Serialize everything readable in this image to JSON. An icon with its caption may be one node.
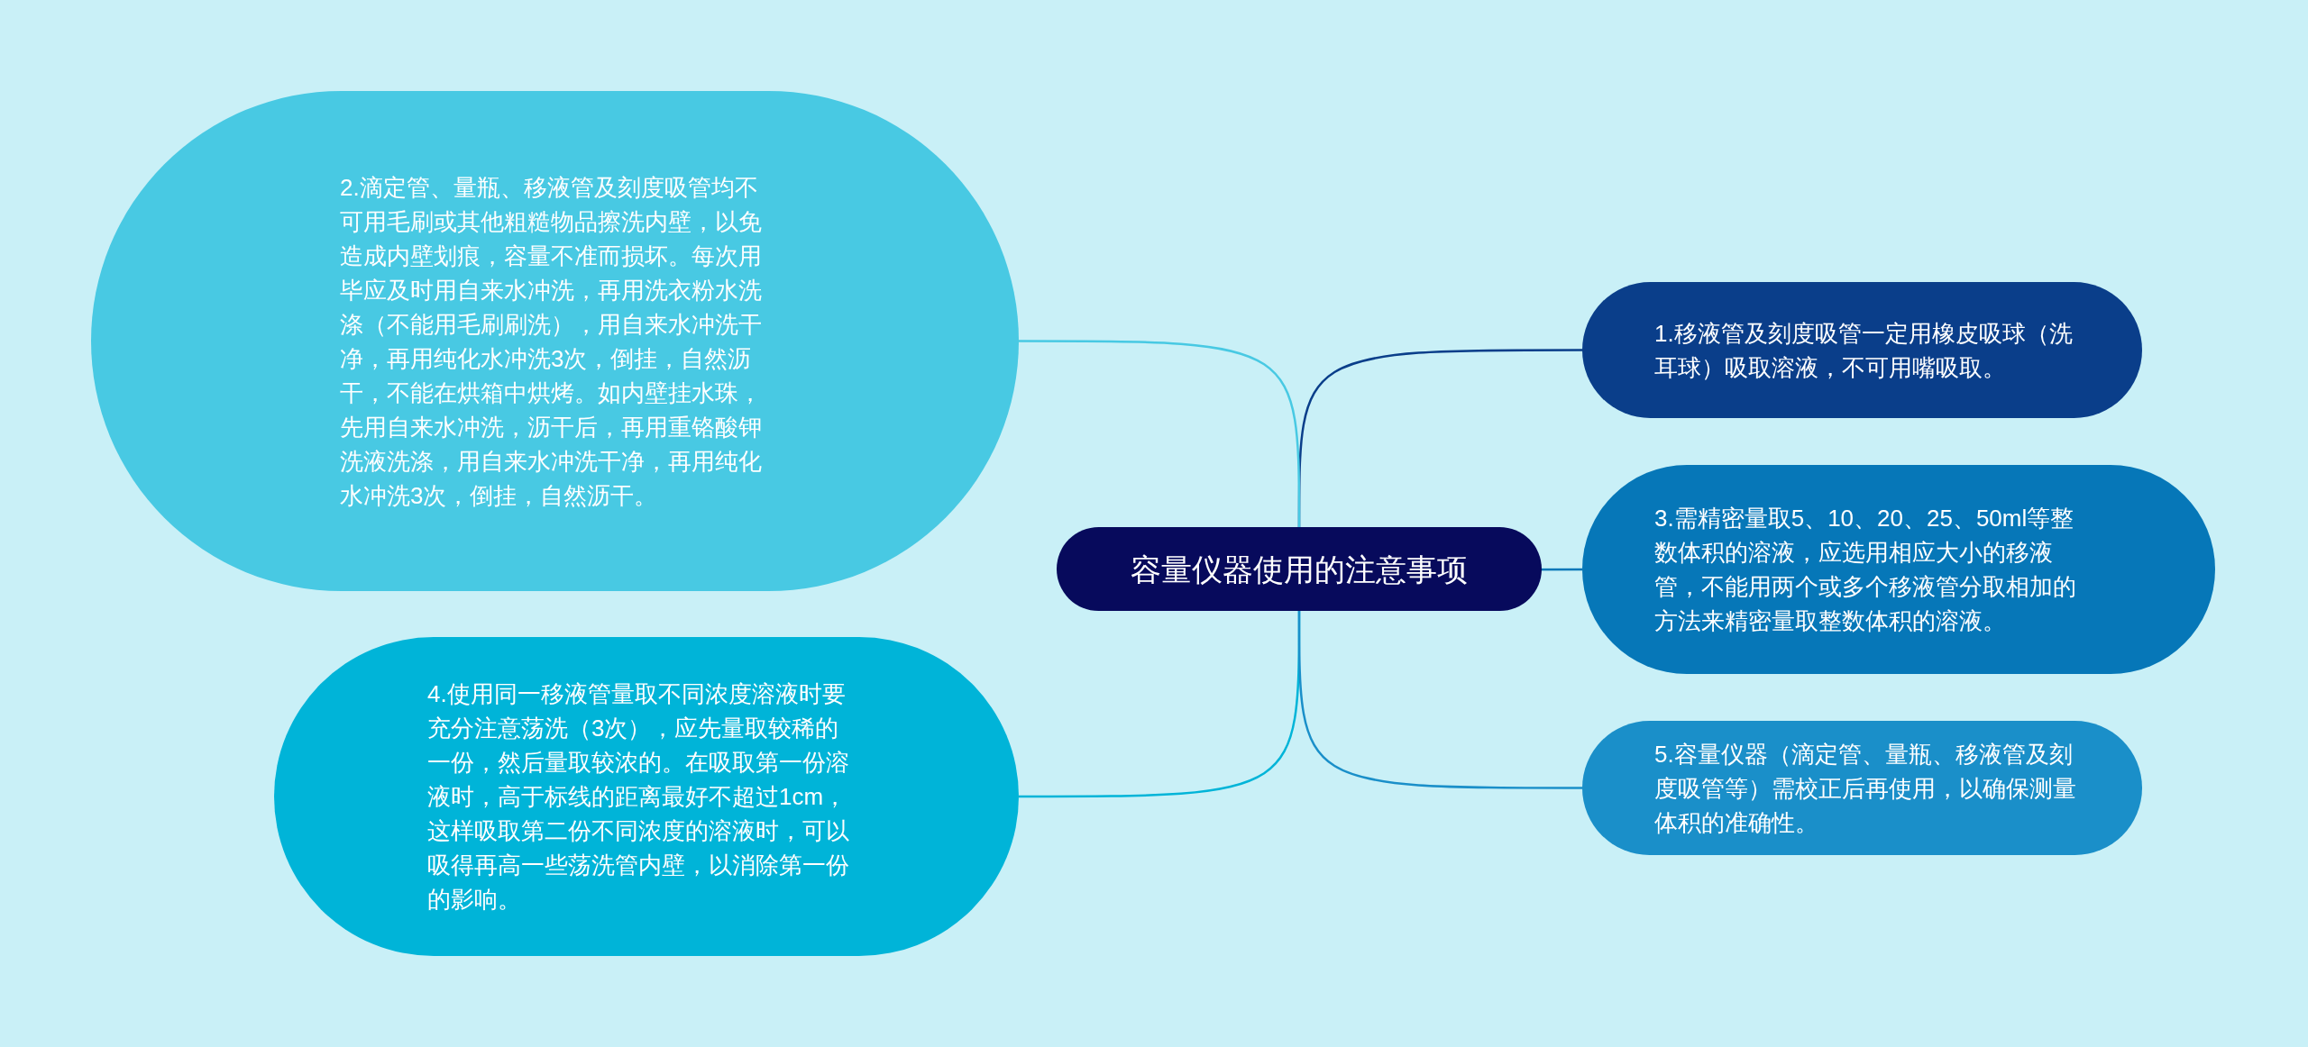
{
  "diagram": {
    "nodes": [
      {
        "text": [
          "容量仪器使用的注意事项"
        ]
      },
      {
        "text": [
          "1.移液管及刻度吸管一定用橡皮吸球（洗耳球）吸取溶液，不可用嘴吸取。"
        ]
      },
      {
        "text": [
          "2.滴定管、量瓶、移液管及刻度吸管均不可用毛刷或其他粗糙物品擦洗内壁，以免造成内壁划痕，容量不准而损坏。每次用毕应及时用自来水冲洗，再用洗衣粉水洗涤（不能用毛刷刷洗），用自来水冲洗干净，再用纯化水冲洗3次，倒挂，自然沥干，不能在烘箱中烘烤。如内壁挂水珠，先用自来水冲洗，沥干后，再用重铬酸钾洗液洗涤，用自来水冲洗干净，再用纯化水冲洗3次，倒挂，自然沥干。"
        ]
      },
      {
        "text": [
          "3.需精密量取5、10、20、25、50ml等整数体积的溶液，应选用相应大小的移液管，不能用两个或多个移液管分取相加的方法来精密量取整数体积的溶液。"
        ]
      },
      {
        "text": [
          "4.使用同一移液管量取不同浓度溶液时要充分注意荡洗（3次），应先量取较稀的一份，然后量取较浓的。在吸取第一份溶液时，高于标线的距离最好不超过1cm，这样吸取第二份不同浓度的溶液时，可以吸得再高一些荡洗管内壁，以消除第一份的影响。"
        ]
      },
      {
        "text": [
          "5.容量仪器（滴定管、量瓶、移液管及刻度吸管等）需校正后再使用，以确保测量体积的准确性。"
        ]
      }
    ],
    "edges": [
      {
        "from": 0,
        "to": 1,
        "arrow": "none",
        "color": "#0a3e8a"
      },
      {
        "from": 0,
        "to": 2,
        "arrow": "none",
        "color": "#48c9e3"
      },
      {
        "from": 0,
        "to": 3,
        "arrow": "none",
        "color": "#0677b8"
      },
      {
        "from": 0,
        "to": 4,
        "arrow": "none",
        "color": "#00b4d8"
      },
      {
        "from": 0,
        "to": 5,
        "arrow": "none",
        "color": "#1a8fc9"
      }
    ]
  }
}
